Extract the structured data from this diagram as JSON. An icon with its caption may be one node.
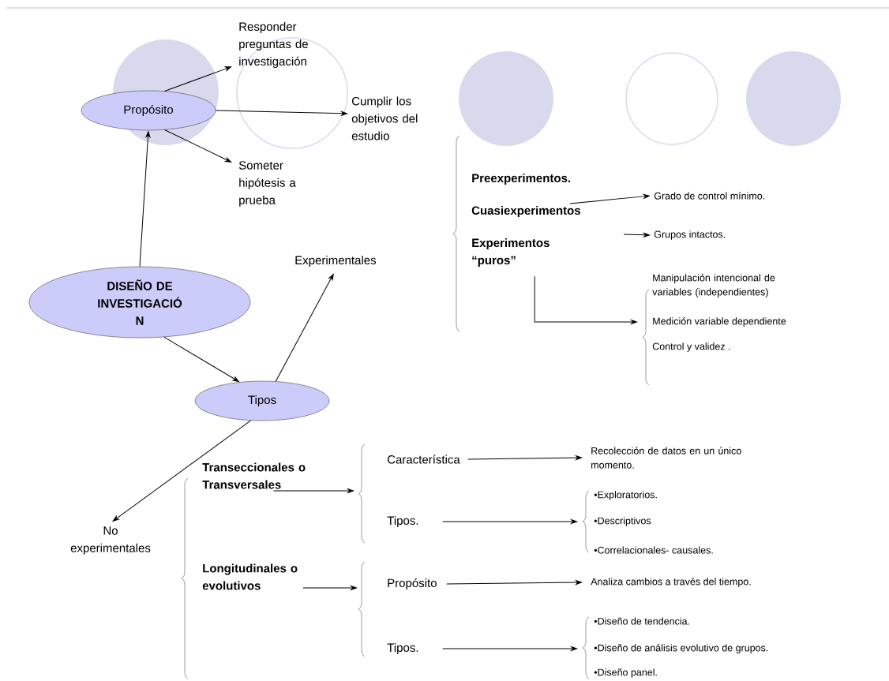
{
  "diagram": {
    "nodes": [
      {
        "text": [
          "Propósito"
        ]
      },
      {
        "text": [
          "Responder preguntas de investigación"
        ]
      },
      {
        "text": [
          "Cumplir los objetivos del estudio"
        ]
      },
      {
        "text": [
          "Someter hipótesis a prueba"
        ]
      },
      {
        "text": [
          "DISEÑO DE INVESTIGACIÓ N"
        ]
      },
      {
        "text": [
          "Tipos"
        ]
      },
      {
        "text": [
          "Experimentales"
        ]
      },
      {
        "text": [
          "No experimentales"
        ]
      },
      {
        "text": [
          "Cuasiexperimentos"
        ]
      },
      {
        "text": [
          "Experimentos “puros”"
        ]
      },
      {
        "text": [
          "Grado de control mínimo."
        ]
      },
      {
        "text": [
          "Grupos intactos."
        ]
      },
      {
        "text": [
          "Transeccionales o Transversales"
        ]
      },
      {
        "text": [
          "Longitudinales o evolutivos"
        ]
      },
      {
        "text": [
          "Característica"
        ]
      },
      {
        "text": [
          "Tipos."
        ]
      },
      {
        "text": [
          "Recolección de datos en un único momento."
        ]
      },
      {
        "text": [
          "Propósito"
        ]
      },
      {
        "text": [
          "Tipos."
        ]
      },
      {
        "text": [
          "Analiza cambios a través del tiempo."
        ]
      }
    ],
    "edges": [
      {
        "from": 4,
        "to": 0,
        "arrow": "to"
      },
      {
        "from": 0,
        "to": 1,
        "arrow": "to"
      },
      {
        "from": 0,
        "to": 2,
        "arrow": "to"
      },
      {
        "from": 0,
        "to": 3,
        "arrow": "to"
      },
      {
        "from": 4,
        "to": 5,
        "arrow": "to"
      },
      {
        "from": 5,
        "to": 6,
        "arrow": "to"
      },
      {
        "from": 5,
        "to": 7,
        "arrow": "to"
      },
      {
        "from": 8,
        "to": 10,
        "arrow": "to"
      },
      {
        "from": null,
        "to": 11,
        "arrow": "to"
      },
      {
        "from": 9,
        "to": null,
        "arrow": "to"
      },
      {
        "from": 12,
        "to": null,
        "arrow": "to"
      },
      {
        "from": 13,
        "to": null,
        "arrow": "to"
      },
      {
        "from": 14,
        "to": 16,
        "arrow": "to"
      },
      {
        "from": 15,
        "to": null,
        "arrow": "to"
      },
      {
        "from": 17,
        "to": 19,
        "arrow": "to"
      },
      {
        "from": 18,
        "to": null,
        "arrow": "to"
      }
    ],
    "labels": [
      "Preexperimentos.",
      "Manipulación intencional de variables (independientes)",
      "Medición variable dependiente",
      "Control y validez .",
      "•Exploratorios.",
      "•Descriptivos",
      "•Correlacionales- causales.",
      "•Diseño de tendencia.",
      "•Diseño de análisis evolutivo de grupos.",
      "•Diseño panel."
    ]
  }
}
